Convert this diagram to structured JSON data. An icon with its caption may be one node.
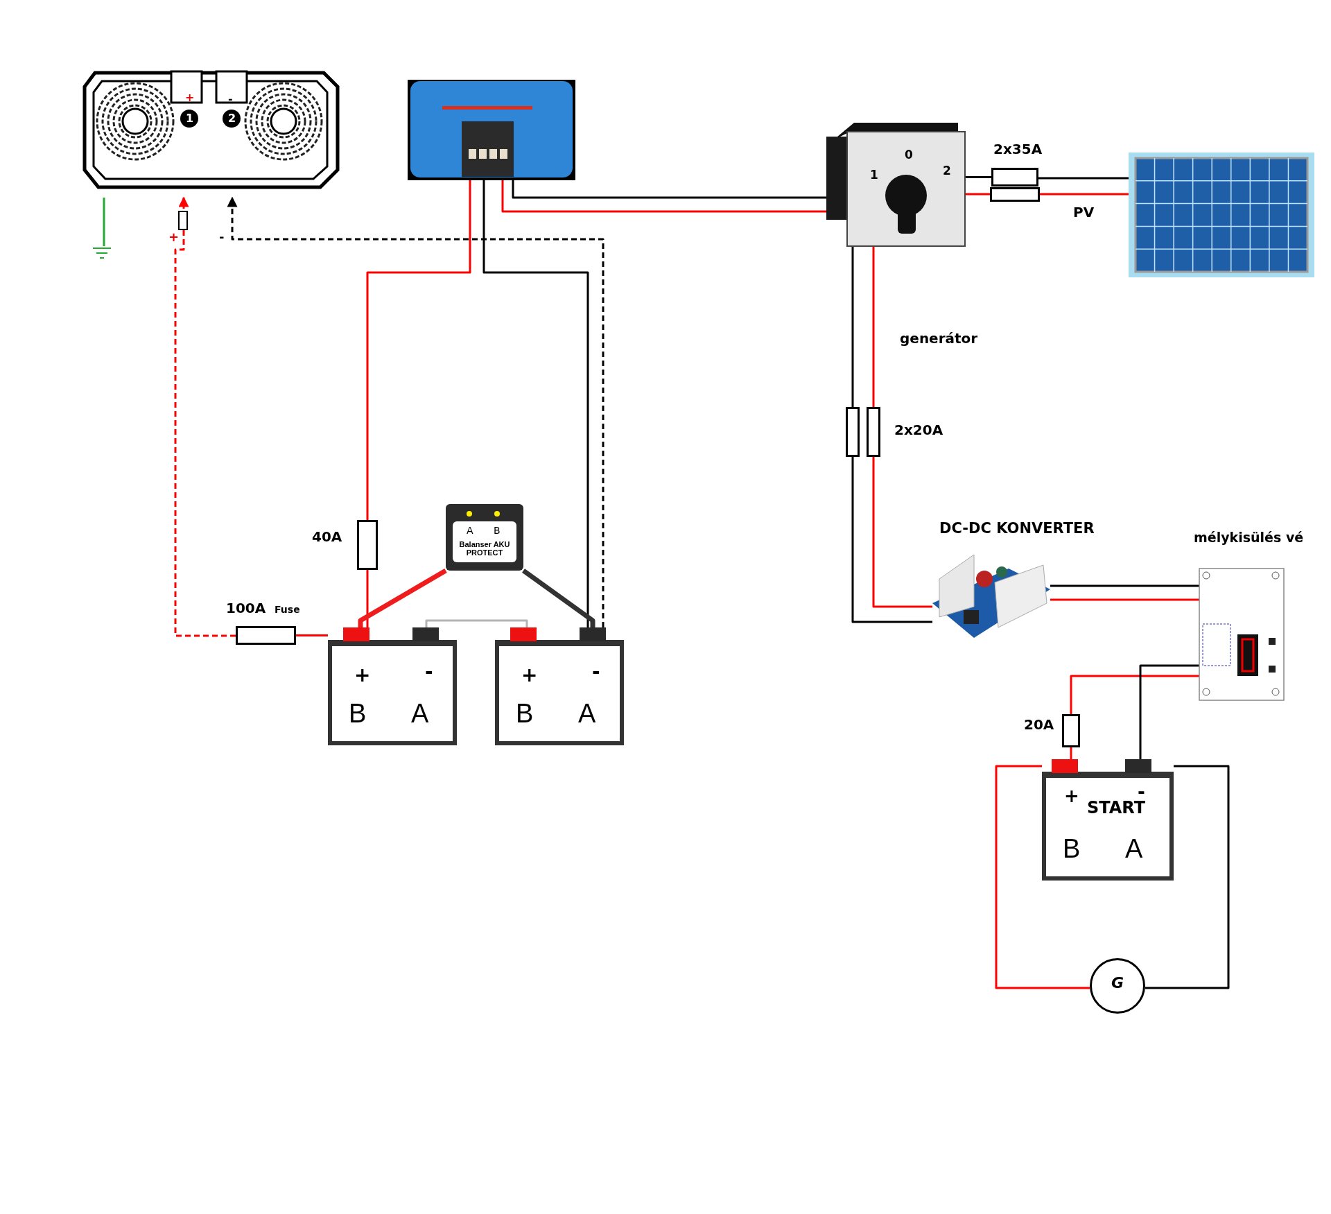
{
  "diagram": {
    "nodes": [
      {
        "text": [],
        "shape": "picture"
      },
      {
        "text": [],
        "shape": "picture"
      },
      {
        "text": [],
        "shape": "picture"
      },
      {
        "text": [],
        "shape": "picture"
      },
      {
        "text": [],
        "shape": "box",
        "beside": [
          "100A",
          "Fuse"
        ]
      },
      {
        "text": [],
        "shape": "box",
        "beside": [
          "40A"
        ]
      },
      {
        "text": [
          "+",
          "-",
          "B",
          "A"
        ]
      },
      {
        "text": [
          "+",
          "-",
          "B",
          "A"
        ]
      },
      {
        "text": [
          "A",
          "B",
          "Balanser AKU PROTECT"
        ]
      },
      {
        "text": [],
        "shape": "box",
        "beside": [
          "2x35A"
        ]
      },
      {
        "text": [],
        "shape": "box"
      },
      {
        "text": [],
        "shape": "box"
      },
      {
        "text": [],
        "shape": "box",
        "beside": [
          "2x20A"
        ]
      },
      {
        "text": [],
        "shape": "picture",
        "beside": [
          "DC-DC KONVERTER"
        ]
      },
      {
        "text": [],
        "shape": "picture",
        "beside": [
          "mélykisülés vé"
        ]
      },
      {
        "text": [],
        "shape": "box",
        "beside": [
          "20A"
        ]
      },
      {
        "text": [
          "+",
          "-",
          "START",
          "B",
          "A"
        ]
      },
      {
        "text": [
          "G"
        ]
      },
      {
        "text": [],
        "shape": "ground"
      }
    ],
    "edges": [
      {
        "from": 4,
        "to": 0,
        "arrow": "to",
        "style": "dashed",
        "color": "#ff0000"
      },
      {
        "from": 6,
        "to": 4,
        "arrow": "none",
        "color": "#ff0000"
      },
      {
        "from": 7,
        "to": 0,
        "arrow": "to",
        "style": "dashed",
        "color": "#000000"
      },
      {
        "from": 1,
        "to": 5,
        "arrow": "none",
        "color": "#ff0000"
      },
      {
        "from": 5,
        "to": 6,
        "arrow": "none",
        "color": "#ff0000"
      },
      {
        "from": 1,
        "to": 7,
        "arrow": "none",
        "color": "#000000"
      },
      {
        "from": 8,
        "to": 6,
        "arrow": "none",
        "style": "thick",
        "color": "#ee1c1c"
      },
      {
        "from": 8,
        "to": 7,
        "arrow": "none",
        "style": "thick",
        "color": "#333333"
      },
      {
        "from": 6,
        "to": 7,
        "arrow": "none",
        "color": "#b4b4b4"
      },
      {
        "from": 1,
        "to": 2,
        "arrow": "none",
        "color": "#000000"
      },
      {
        "from": 1,
        "to": 2,
        "arrow": "none",
        "color": "#ff0000"
      },
      {
        "from": 2,
        "to": 9,
        "arrow": "none",
        "color": "#000000"
      },
      {
        "from": 9,
        "to": 3,
        "arrow": "none",
        "color": "#000000"
      },
      {
        "from": 2,
        "to": 10,
        "arrow": "none",
        "color": "#ff0000"
      },
      {
        "from": 10,
        "to": 3,
        "arrow": "none",
        "color": "#ff0000"
      },
      {
        "from": 2,
        "to": 11,
        "arrow": "none",
        "color": "#000000"
      },
      {
        "from": 2,
        "to": 12,
        "arrow": "none",
        "color": "#ff0000"
      },
      {
        "from": 11,
        "to": 13,
        "arrow": "none",
        "color": "#000000"
      },
      {
        "from": 12,
        "to": 13,
        "arrow": "none",
        "color": "#ff0000"
      },
      {
        "from": 13,
        "to": 14,
        "arrow": "none",
        "color": "#000000"
      },
      {
        "from": 13,
        "to": 14,
        "arrow": "none",
        "color": "#ff0000"
      },
      {
        "from": 14,
        "to": 15,
        "arrow": "none",
        "color": "#ff0000"
      },
      {
        "from": 15,
        "to": 16,
        "arrow": "none",
        "color": "#ff0000"
      },
      {
        "from": 14,
        "to": 16,
        "arrow": "none",
        "color": "#000000"
      },
      {
        "from": 16,
        "to": 17,
        "arrow": "none",
        "color": "#ff0000"
      },
      {
        "from": 16,
        "to": 17,
        "arrow": "none",
        "color": "#000000"
      },
      {
        "from": 0,
        "to": 18,
        "arrow": "none",
        "color": "#22aa33"
      }
    ],
    "labels": [
      "+",
      "-",
      "1",
      "2",
      "+",
      "-",
      "0",
      "1",
      "2",
      "PV",
      "generátor"
    ]
  }
}
